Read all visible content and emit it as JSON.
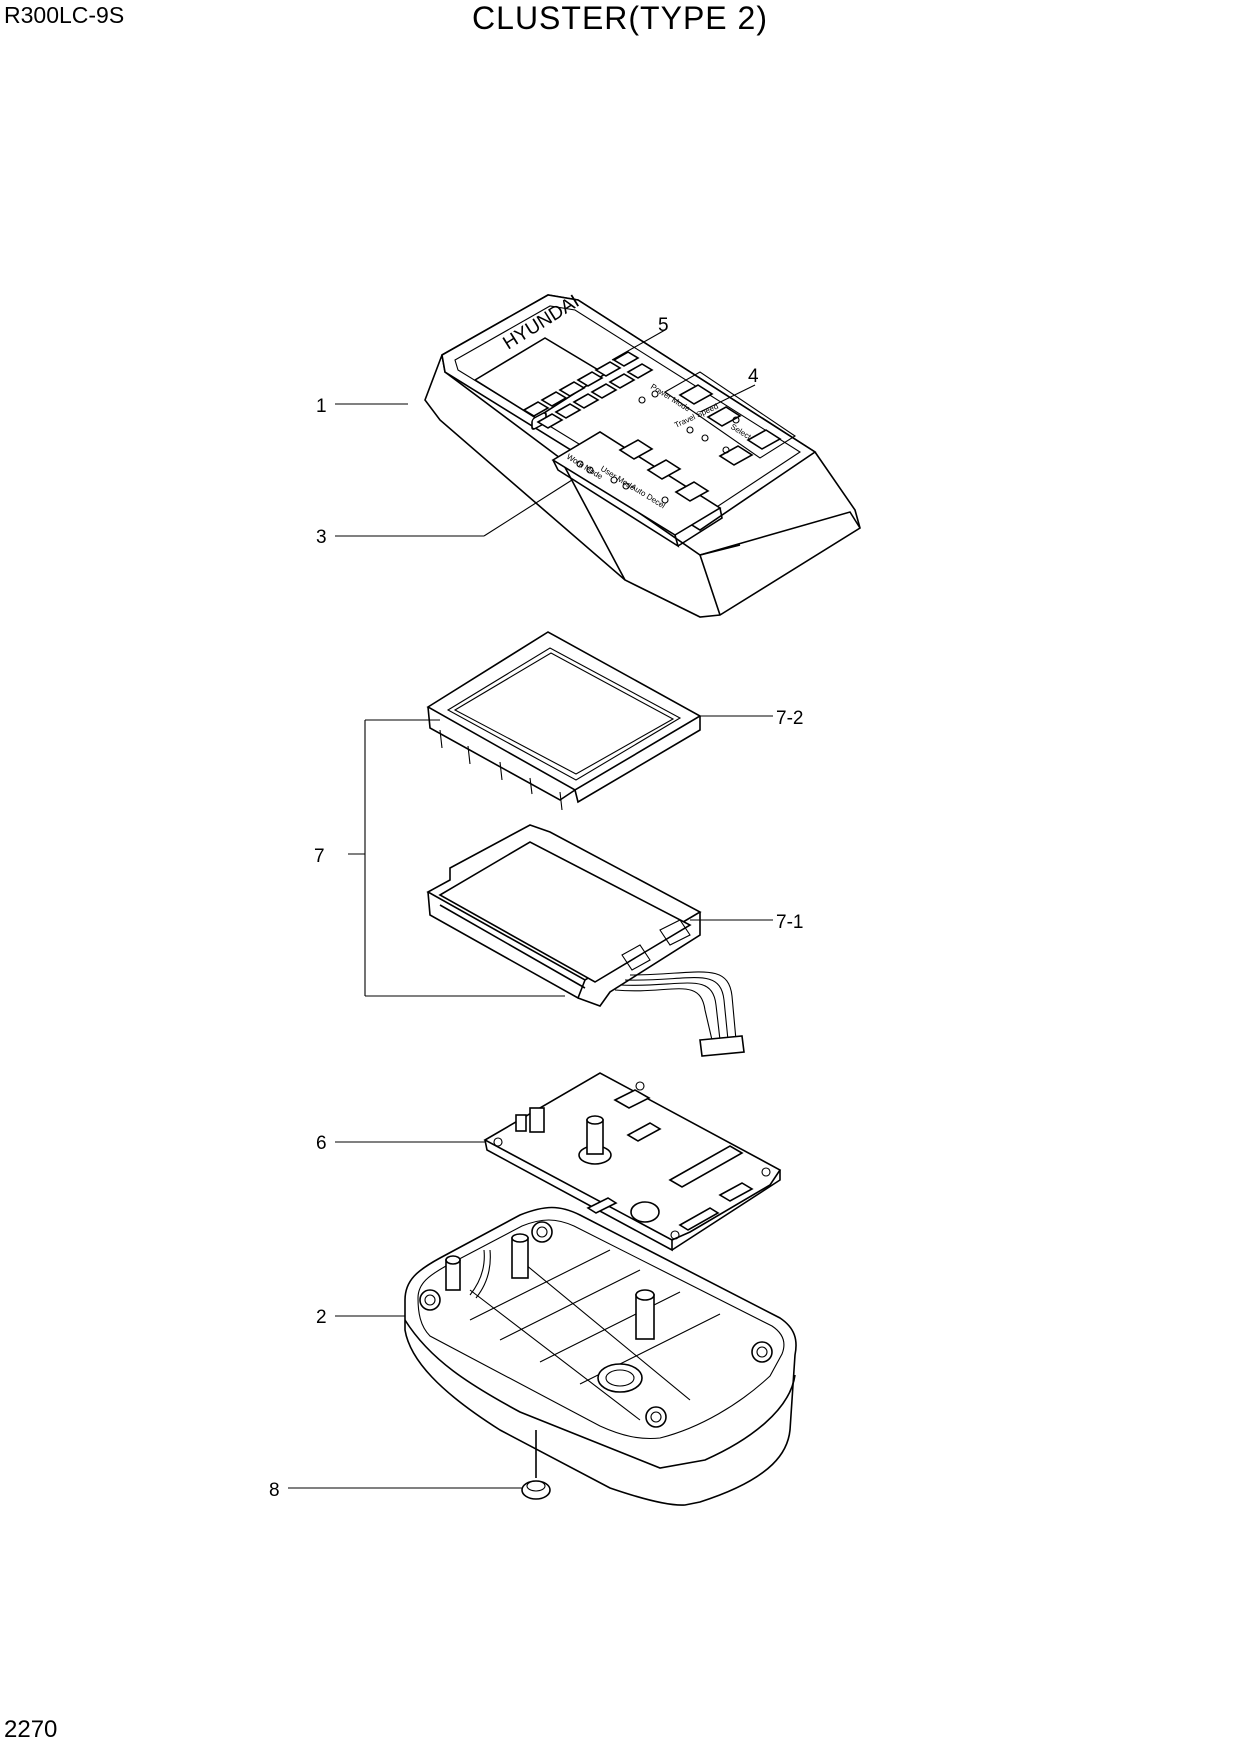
{
  "header": {
    "model": "R300LC-9S",
    "title": "CLUSTER(TYPE 2)"
  },
  "footer": {
    "page_number": "2270"
  },
  "brand": {
    "logo_text": "HYUNDAI"
  },
  "panel_labels": {
    "work_mode": "Work Mode",
    "power_mode": "Power Mode",
    "travel_speed": "Travel Speed",
    "user_mode": "User Mode",
    "auto_decel": "Auto Decel",
    "select": "Select"
  },
  "callouts": {
    "c1": "1",
    "c2": "2",
    "c3": "3",
    "c4": "4",
    "c5": "5",
    "c6": "6",
    "c7": "7",
    "c7_1": "7-1",
    "c7_2": "7-2",
    "c8": "8"
  }
}
